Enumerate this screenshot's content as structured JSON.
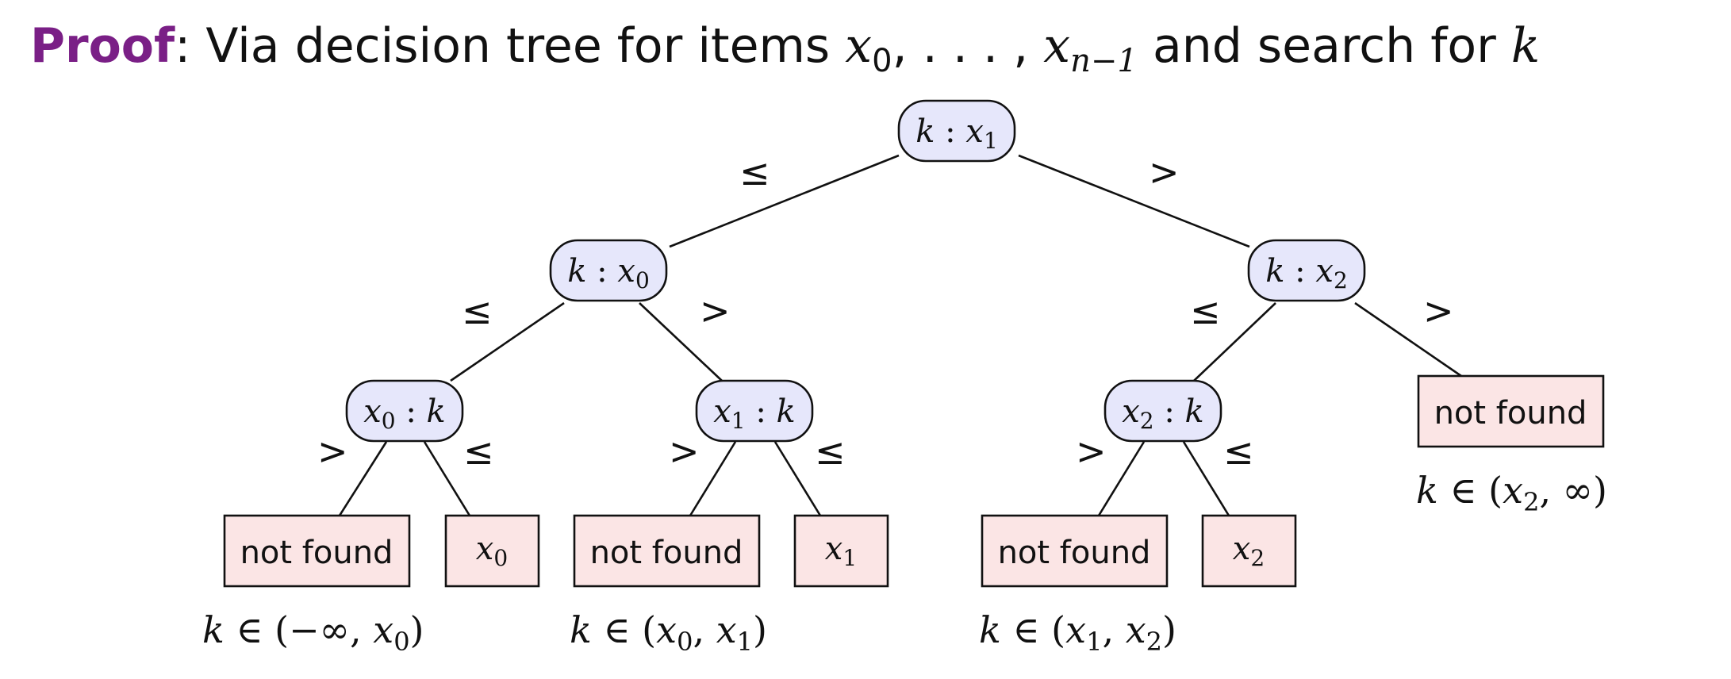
{
  "heading": {
    "proof_word": "Proof",
    "colon": ": Via decision tree for items ",
    "var_x": "x",
    "sub_0": "0",
    "ellipsis": ", . . . , ",
    "sub_n1": "n−1",
    "mid": " and search for ",
    "var_k": "k"
  },
  "edge_labels": {
    "le": "≤",
    "gt": ">"
  },
  "nodes": {
    "root": {
      "a": "k",
      "sep": " : ",
      "b": "x",
      "sub": "1"
    },
    "left": {
      "a": "k",
      "sep": " : ",
      "b": "x",
      "sub": "0"
    },
    "right": {
      "a": "k",
      "sep": " : ",
      "b": "x",
      "sub": "2"
    },
    "ll": {
      "a": "x",
      "sub": "0",
      "sep": " : ",
      "b": "k"
    },
    "lr": {
      "a": "x",
      "sub": "1",
      "sep": " : ",
      "b": "k"
    },
    "rl": {
      "a": "x",
      "sub": "2",
      "sep": " : ",
      "b": "k"
    }
  },
  "leaves": {
    "not_found": "not found",
    "x": "x",
    "x0_sub": "0",
    "x1_sub": "1",
    "x2_sub": "2"
  },
  "ranges": {
    "r0": {
      "k": "k",
      "in": " ∈ (−∞, ",
      "x": "x",
      "sub": "0",
      "close": ")"
    },
    "r1": {
      "k": "k",
      "in": " ∈ (",
      "x1": "x",
      "sub1": "0",
      "comma": ", ",
      "x2": "x",
      "sub2": "1",
      "close": ")"
    },
    "r2": {
      "k": "k",
      "in": " ∈ (",
      "x1": "x",
      "sub1": "1",
      "comma": ", ",
      "x2": "x",
      "sub2": "2",
      "close": ")"
    },
    "r3": {
      "k": "k",
      "in": " ∈ (",
      "x": "x",
      "sub": "2",
      "close": ", ∞)"
    }
  }
}
